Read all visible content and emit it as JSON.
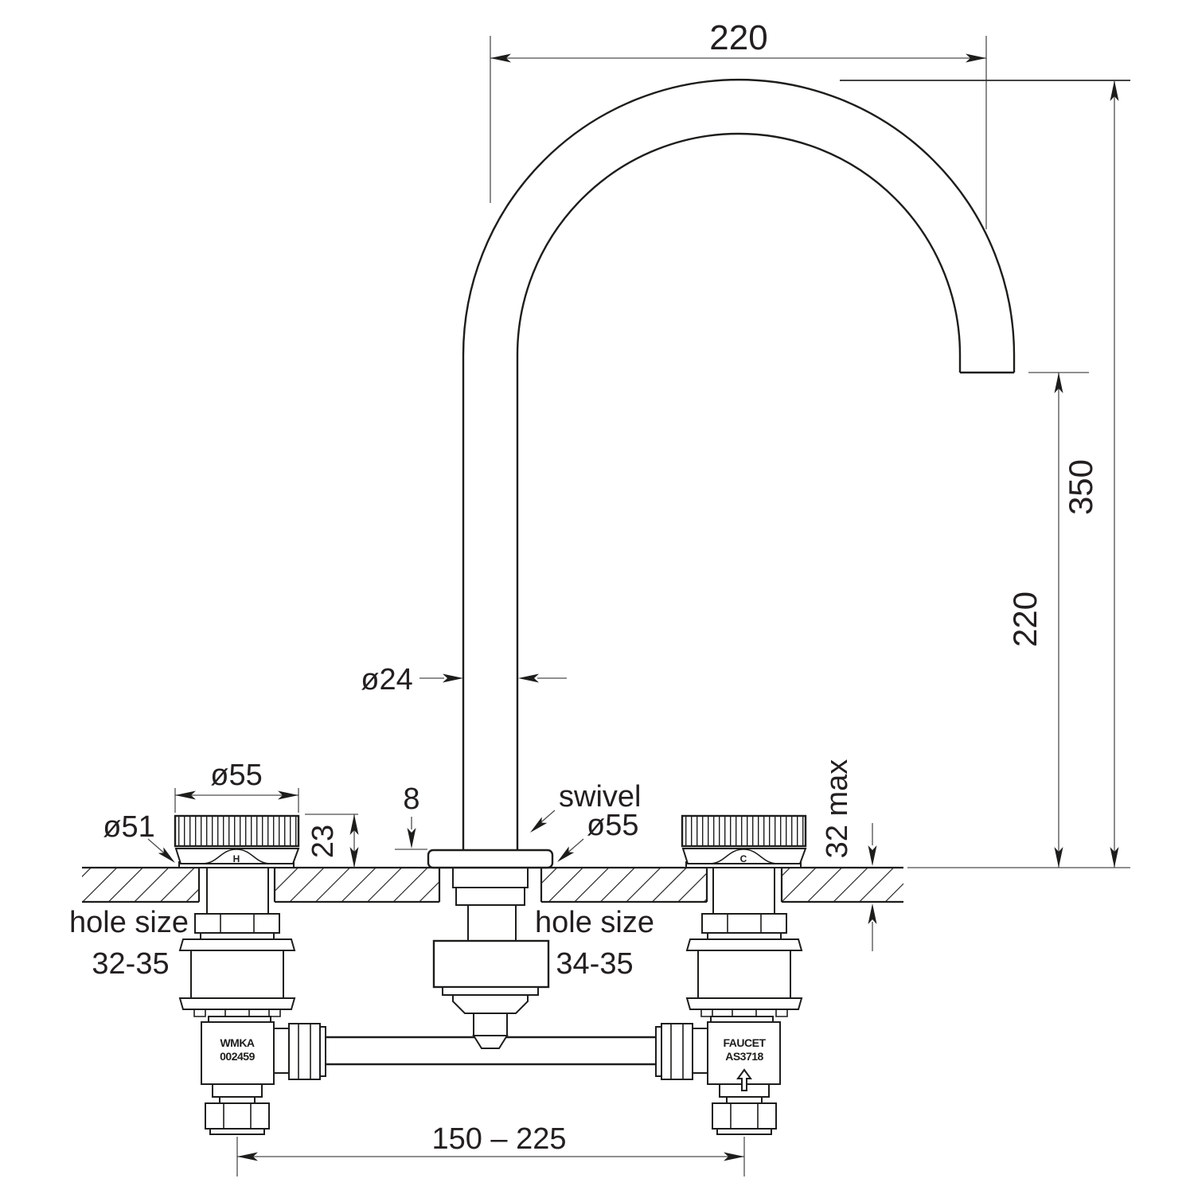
{
  "meta": {
    "background": "#ffffff",
    "line_color": "#1d1d1b",
    "dim_line_color": "#4d4d4d",
    "text_color": "#231f20"
  },
  "dims": {
    "spout_reach": "220",
    "overall_height": "350",
    "outlet_height": "220",
    "spout_tube_dia": "ø24",
    "handle_dia": "ø55",
    "handle_base_dia": "ø51",
    "handle_height": "23",
    "flange_thickness": "8",
    "swivel": "swivel",
    "flange_dia": "ø55",
    "bench_thickness": "32 max",
    "centres": "150 – 225"
  },
  "holes": {
    "left": {
      "line1": "hole size",
      "line2": "32-35"
    },
    "center": {
      "line1": "hole size",
      "line2": "34-35"
    }
  },
  "markings": {
    "hot": "H",
    "cold": "C",
    "left_valve": {
      "line1": "WMKA",
      "line2": "002459"
    },
    "right_valve": {
      "line1": "FAUCET",
      "line2": "AS3718"
    }
  }
}
